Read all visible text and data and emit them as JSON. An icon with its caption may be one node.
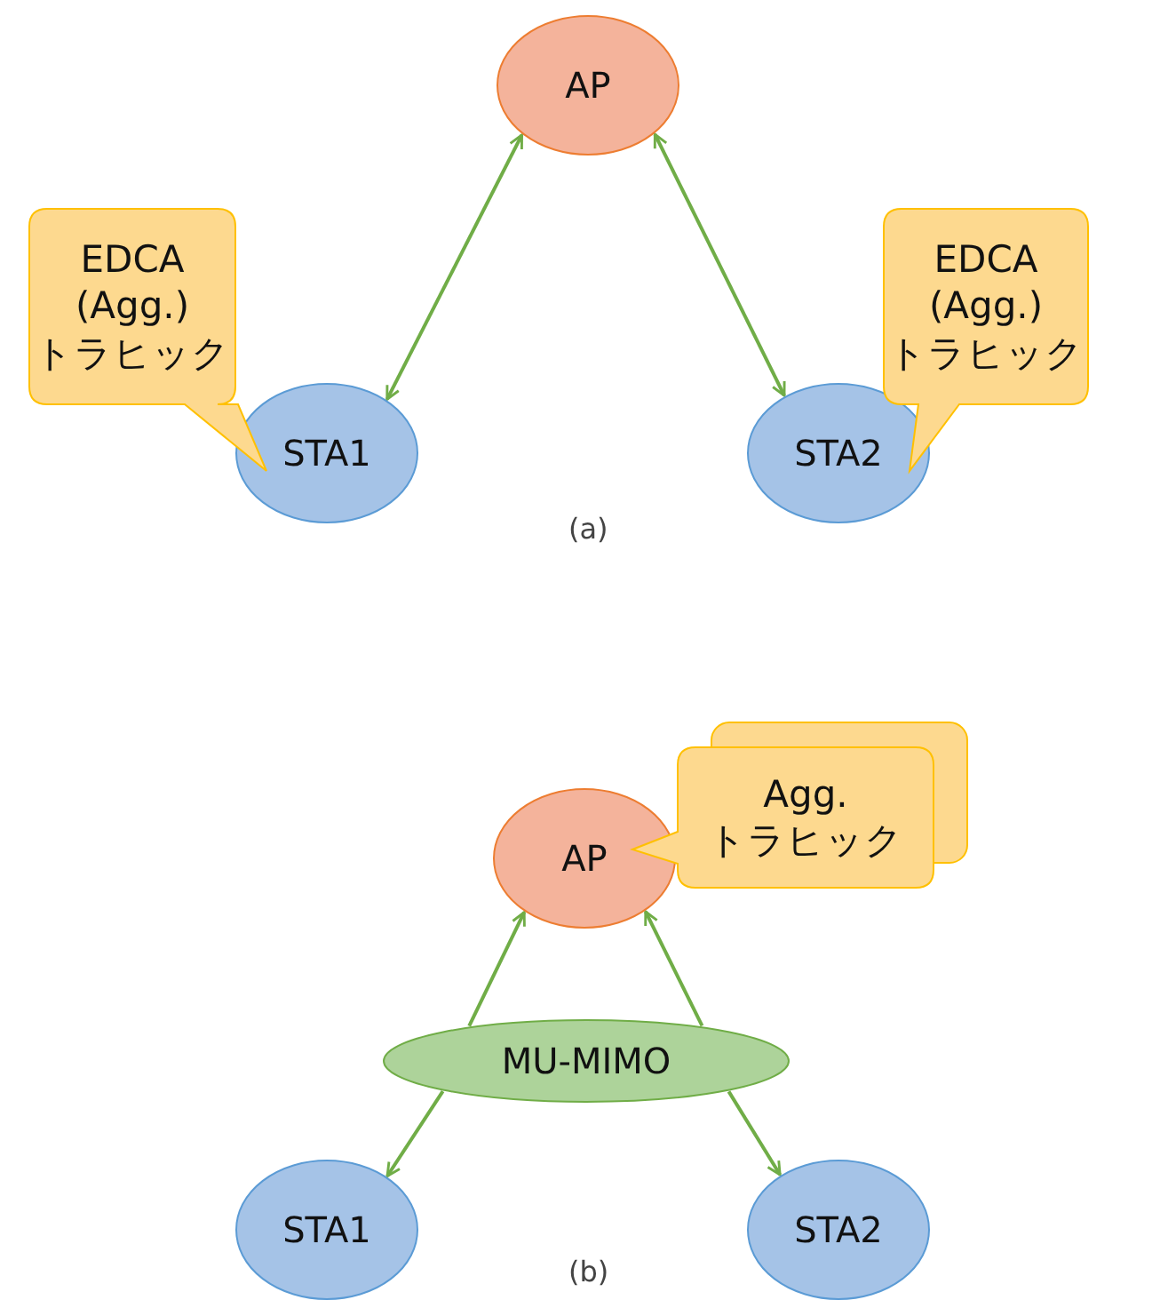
{
  "diagram": {
    "nodes": [
      {
        "text": [
          "AP"
        ]
      },
      {
        "text": [
          "EDCA (Agg.) トラヒック"
        ]
      },
      {
        "text": [
          "STA1"
        ]
      },
      {
        "text": [
          "STA2"
        ]
      },
      {
        "text": [
          "EDCA (Agg.) トラヒック"
        ]
      },
      {
        "text": [
          "AP"
        ]
      },
      {
        "text": [
          "Agg. トラヒック"
        ]
      },
      {
        "text": [
          "MU-MIMO"
        ]
      },
      {
        "text": [
          "STA1"
        ]
      },
      {
        "text": [
          "STA2"
        ]
      }
    ],
    "edges": [
      {
        "from": 0,
        "to": 2,
        "arrow": "both"
      },
      {
        "from": 0,
        "to": 3,
        "arrow": "both"
      },
      {
        "from": 7,
        "to": 5,
        "arrow": "to"
      },
      {
        "from": 7,
        "to": 5,
        "arrow": "to"
      },
      {
        "from": 7,
        "to": 8,
        "arrow": "to"
      },
      {
        "from": 7,
        "to": 9,
        "arrow": "to"
      }
    ],
    "labels": [
      "(a)",
      "(b)"
    ]
  }
}
